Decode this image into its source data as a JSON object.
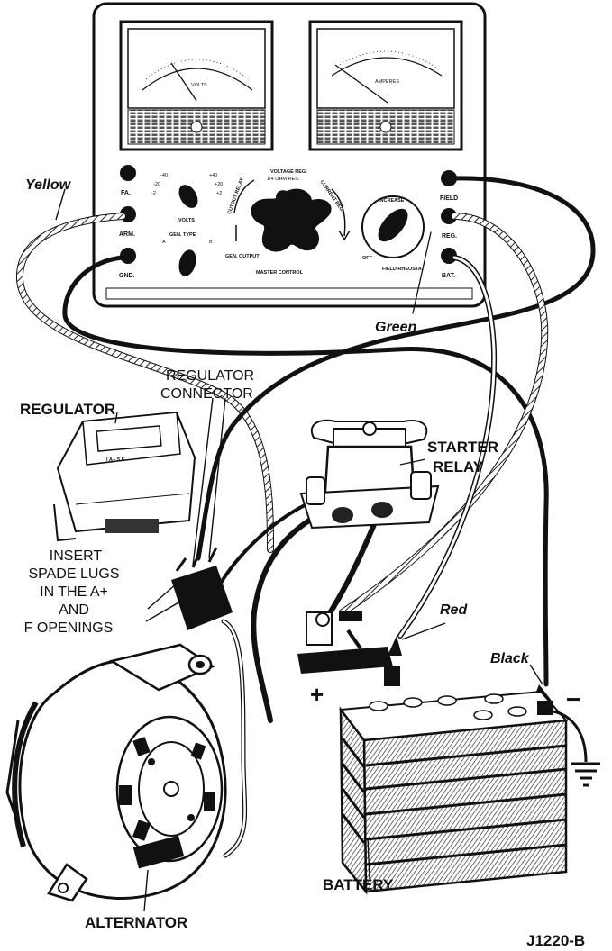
{
  "panel": {
    "terminals_left": [
      "FA.",
      "ARM.",
      "GND."
    ],
    "terminals_right": [
      "FIELD",
      "REG.",
      "BAT."
    ],
    "meter_left_label": "VOLTS",
    "meter_right_label": "AMPERES",
    "volts_selector": {
      "label": "VOLTS",
      "positions": [
        "-40",
        "+40",
        "-20",
        "+20",
        "-2",
        "+2"
      ]
    },
    "gen_type": {
      "label": "GEN. TYPE",
      "a": "A",
      "b": "B"
    },
    "master_control": {
      "label": "MASTER CONTROL",
      "cutout_relay": "CUTOUT RELAY",
      "voltage_reg": "VOLTAGE REG.",
      "ohm_res": "1/4 OHM RES.",
      "current_reg": "CURRENT REG.",
      "gen_output": "GEN. OUTPUT"
    },
    "rheostat": {
      "label": "FIELD RHEOSTAT",
      "increase": "INCREASE",
      "off": "OFF"
    }
  },
  "labels": {
    "yellow": "Yellow",
    "green": "Green",
    "red": "Red",
    "black": "Black",
    "regulator_connector_1": "REGULATOR",
    "regulator_connector_2": "CONNECTOR",
    "regulator": "REGULATOR",
    "regulator_letters": "I  A+  S  F",
    "starter_relay_1": "STARTER",
    "starter_relay_2": "RELAY",
    "insert_1": "INSERT",
    "insert_2": "SPADE LUGS",
    "insert_3": "IN THE A+",
    "insert_4": "AND",
    "insert_5": "F OPENINGS",
    "plus": "+",
    "minus": "−",
    "battery": "BATTERY",
    "alternator": "ALTERNATOR",
    "figure_id": "J1220-B"
  },
  "icons": {
    "ground": "ground-symbol-icon",
    "master_knob": "star-knob-icon"
  }
}
